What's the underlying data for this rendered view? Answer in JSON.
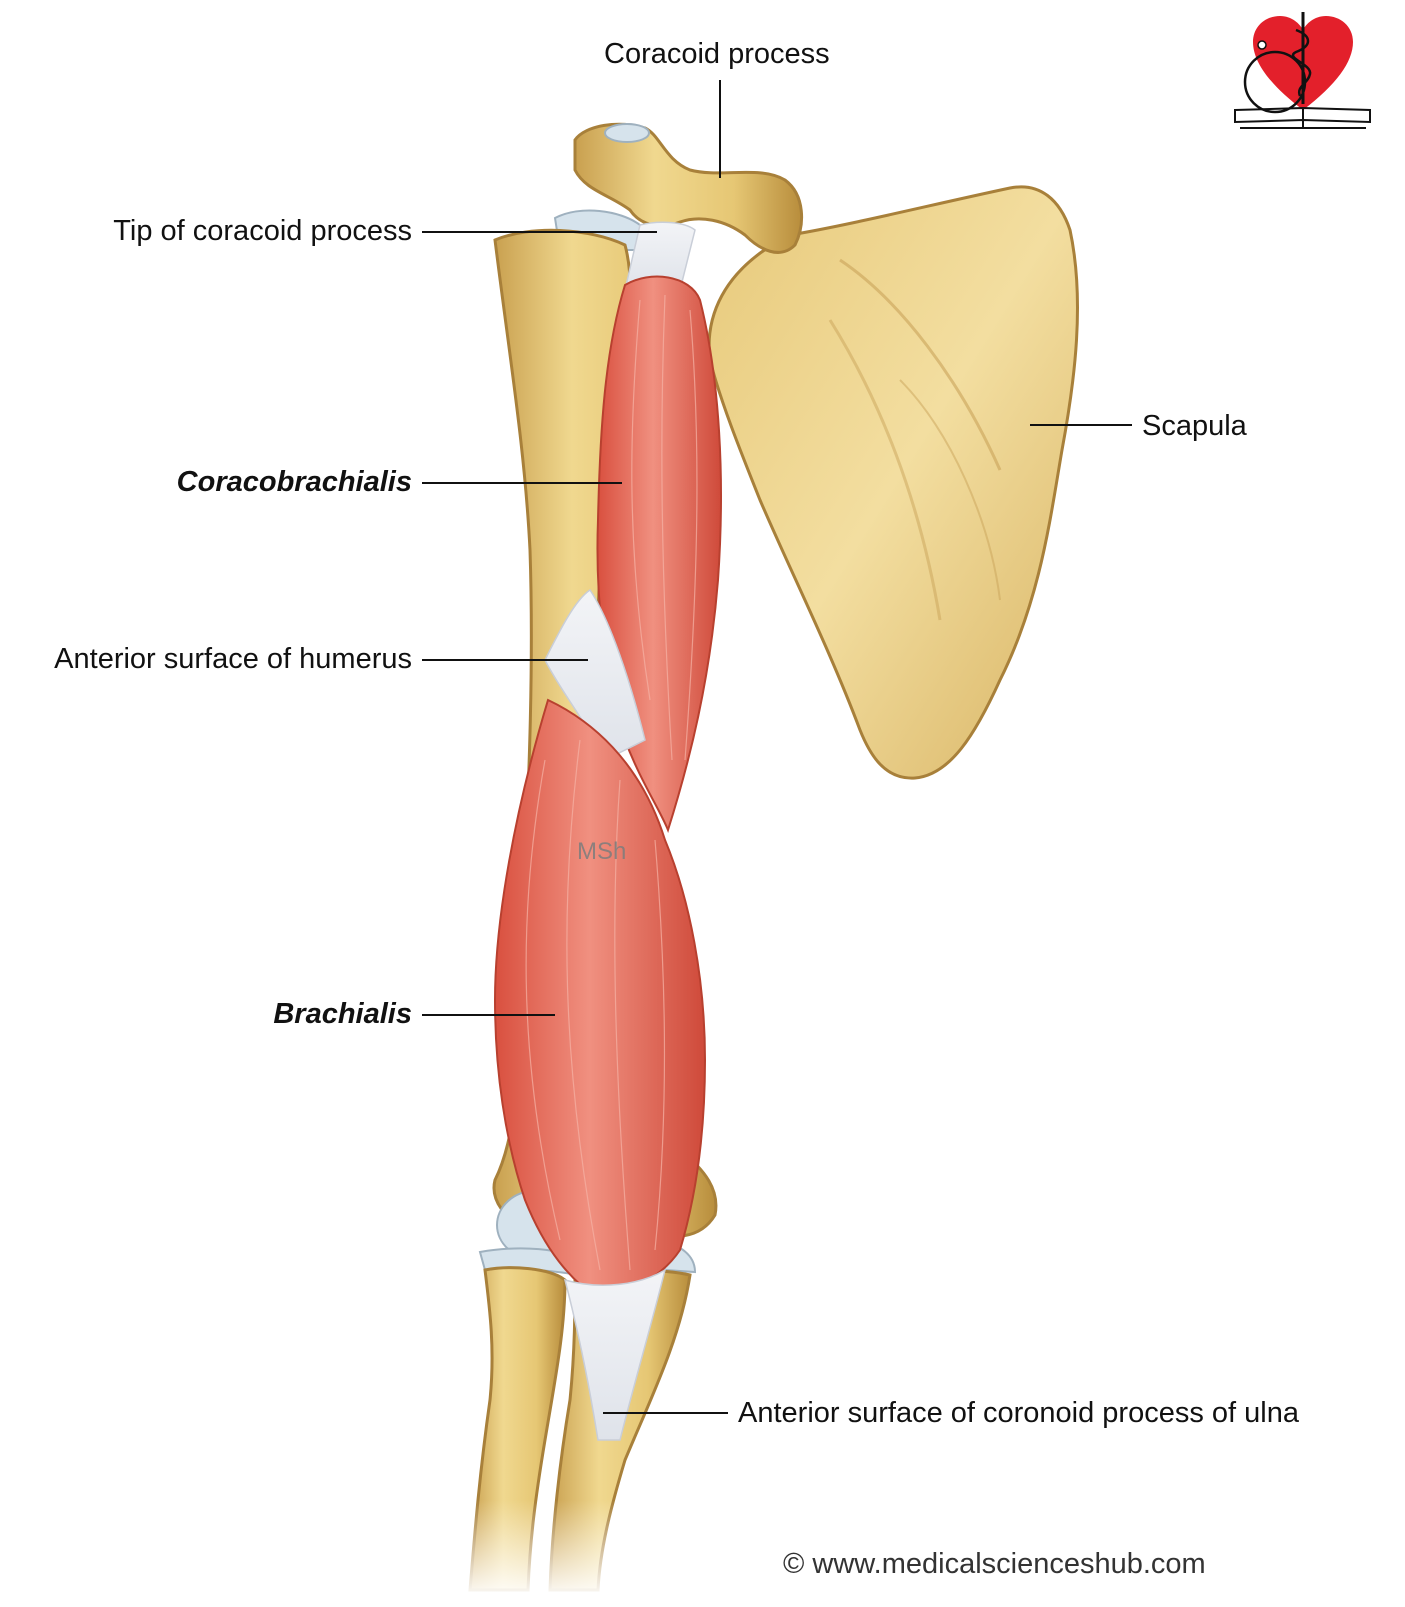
{
  "labels": {
    "coracoid_process": "Coracoid process",
    "tip_coracoid": "Tip of coracoid process",
    "coracobrachialis": "Coracobrachialis",
    "anterior_humerus": "Anterior surface of humerus",
    "brachialis": "Brachialis",
    "scapula": "Scapula",
    "coronoid": "Anterior surface of coronoid process of ulna"
  },
  "watermark": "MSh",
  "copyright": "© www.medicalscienceshub.com",
  "colors": {
    "bone": "#e8cc7c",
    "bone_shade": "#c9a04f",
    "muscle": "#e46a5a",
    "muscle_light": "#f29a88",
    "tendon": "#eef0f4",
    "cartilage": "#cfdde8",
    "logo_red": "#e3202b"
  }
}
